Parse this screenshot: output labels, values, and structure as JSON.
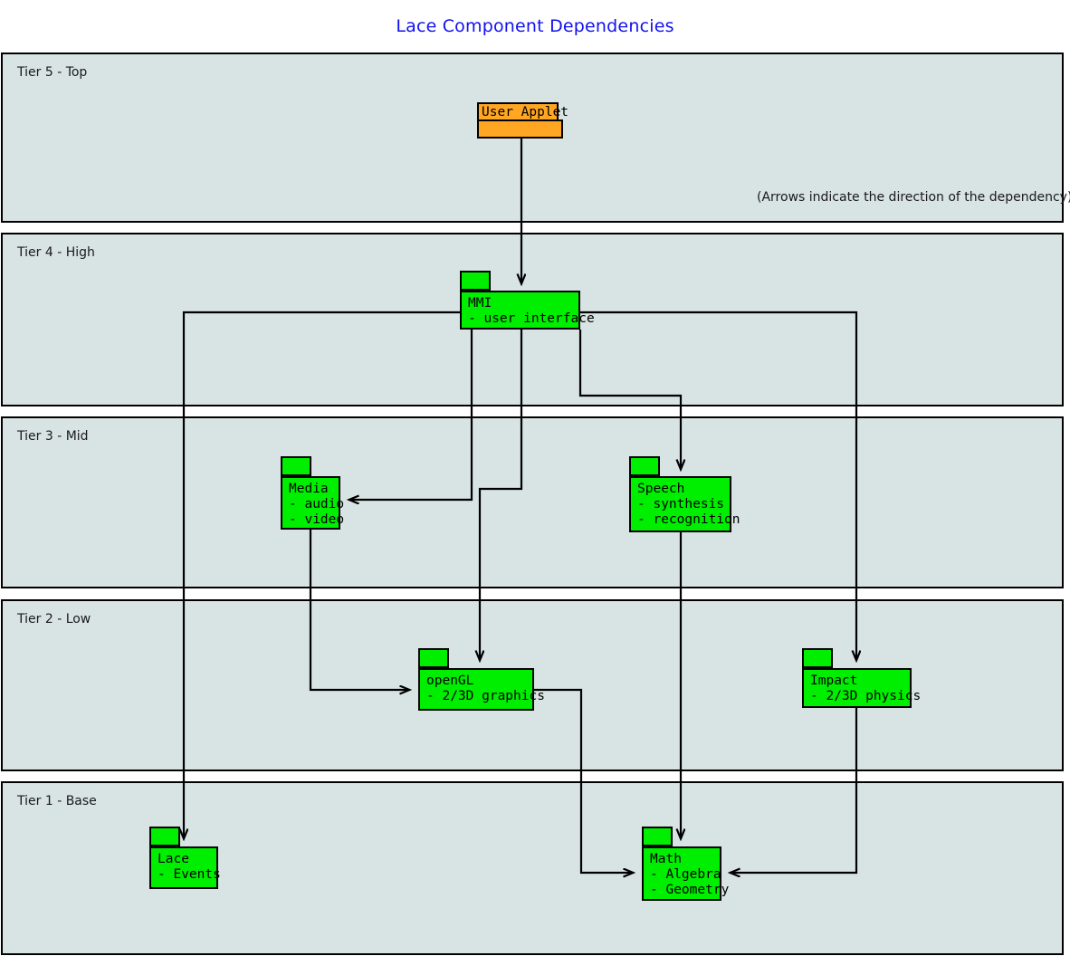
{
  "title": "Lace Component Dependencies",
  "colors": {
    "title": "#1111ee",
    "tier_background": "#d8e3e3",
    "package_green": "#00ee00",
    "package_orange": "#ffa622",
    "outline": "#000000"
  },
  "note": "(Arrows indicate the direction of the dependency)",
  "tiers": [
    {
      "id": "tier5",
      "label": "Tier 5 - Top"
    },
    {
      "id": "tier4",
      "label": "Tier 4 - High"
    },
    {
      "id": "tier3",
      "label": "Tier 3 - Mid"
    },
    {
      "id": "tier2",
      "label": "Tier 2 - Low"
    },
    {
      "id": "tier1",
      "label": "Tier 1 - Base"
    }
  ],
  "packages": [
    {
      "id": "user-applet",
      "tier": "Tier 5 - Top",
      "name": "User Applet",
      "details": [],
      "color": "#ffa622"
    },
    {
      "id": "mmi",
      "tier": "Tier 4 - High",
      "name": "MMI",
      "details": [
        "- user interface"
      ],
      "color": "#00ee00"
    },
    {
      "id": "media",
      "tier": "Tier 3 - Mid",
      "name": "Media",
      "details": [
        "- audio",
        "- video"
      ],
      "color": "#00ee00"
    },
    {
      "id": "speech",
      "tier": "Tier 3 - Mid",
      "name": "Speech",
      "details": [
        "- synthesis",
        "- recognition"
      ],
      "color": "#00ee00"
    },
    {
      "id": "opengl",
      "tier": "Tier 2 - Low",
      "name": "openGL",
      "details": [
        "- 2/3D graphics"
      ],
      "color": "#00ee00"
    },
    {
      "id": "impact",
      "tier": "Tier 2 - Low",
      "name": "Impact",
      "details": [
        "- 2/3D physics"
      ],
      "color": "#00ee00"
    },
    {
      "id": "lace",
      "tier": "Tier 1 - Base",
      "name": "Lace",
      "details": [
        "- Events"
      ],
      "color": "#00ee00"
    },
    {
      "id": "math",
      "tier": "Tier 1 - Base",
      "name": "Math",
      "details": [
        "- Algebra",
        "- Geometry"
      ],
      "color": "#00ee00"
    }
  ],
  "dependencies": [
    {
      "from": "User Applet",
      "to": "MMI"
    },
    {
      "from": "MMI",
      "to": "Media"
    },
    {
      "from": "MMI",
      "to": "Speech"
    },
    {
      "from": "MMI",
      "to": "openGL"
    },
    {
      "from": "MMI",
      "to": "Lace"
    },
    {
      "from": "MMI",
      "to": "Impact"
    },
    {
      "from": "Media",
      "to": "openGL"
    },
    {
      "from": "openGL",
      "to": "Math"
    },
    {
      "from": "Speech",
      "to": "Math"
    },
    {
      "from": "Impact",
      "to": "Math"
    }
  ]
}
